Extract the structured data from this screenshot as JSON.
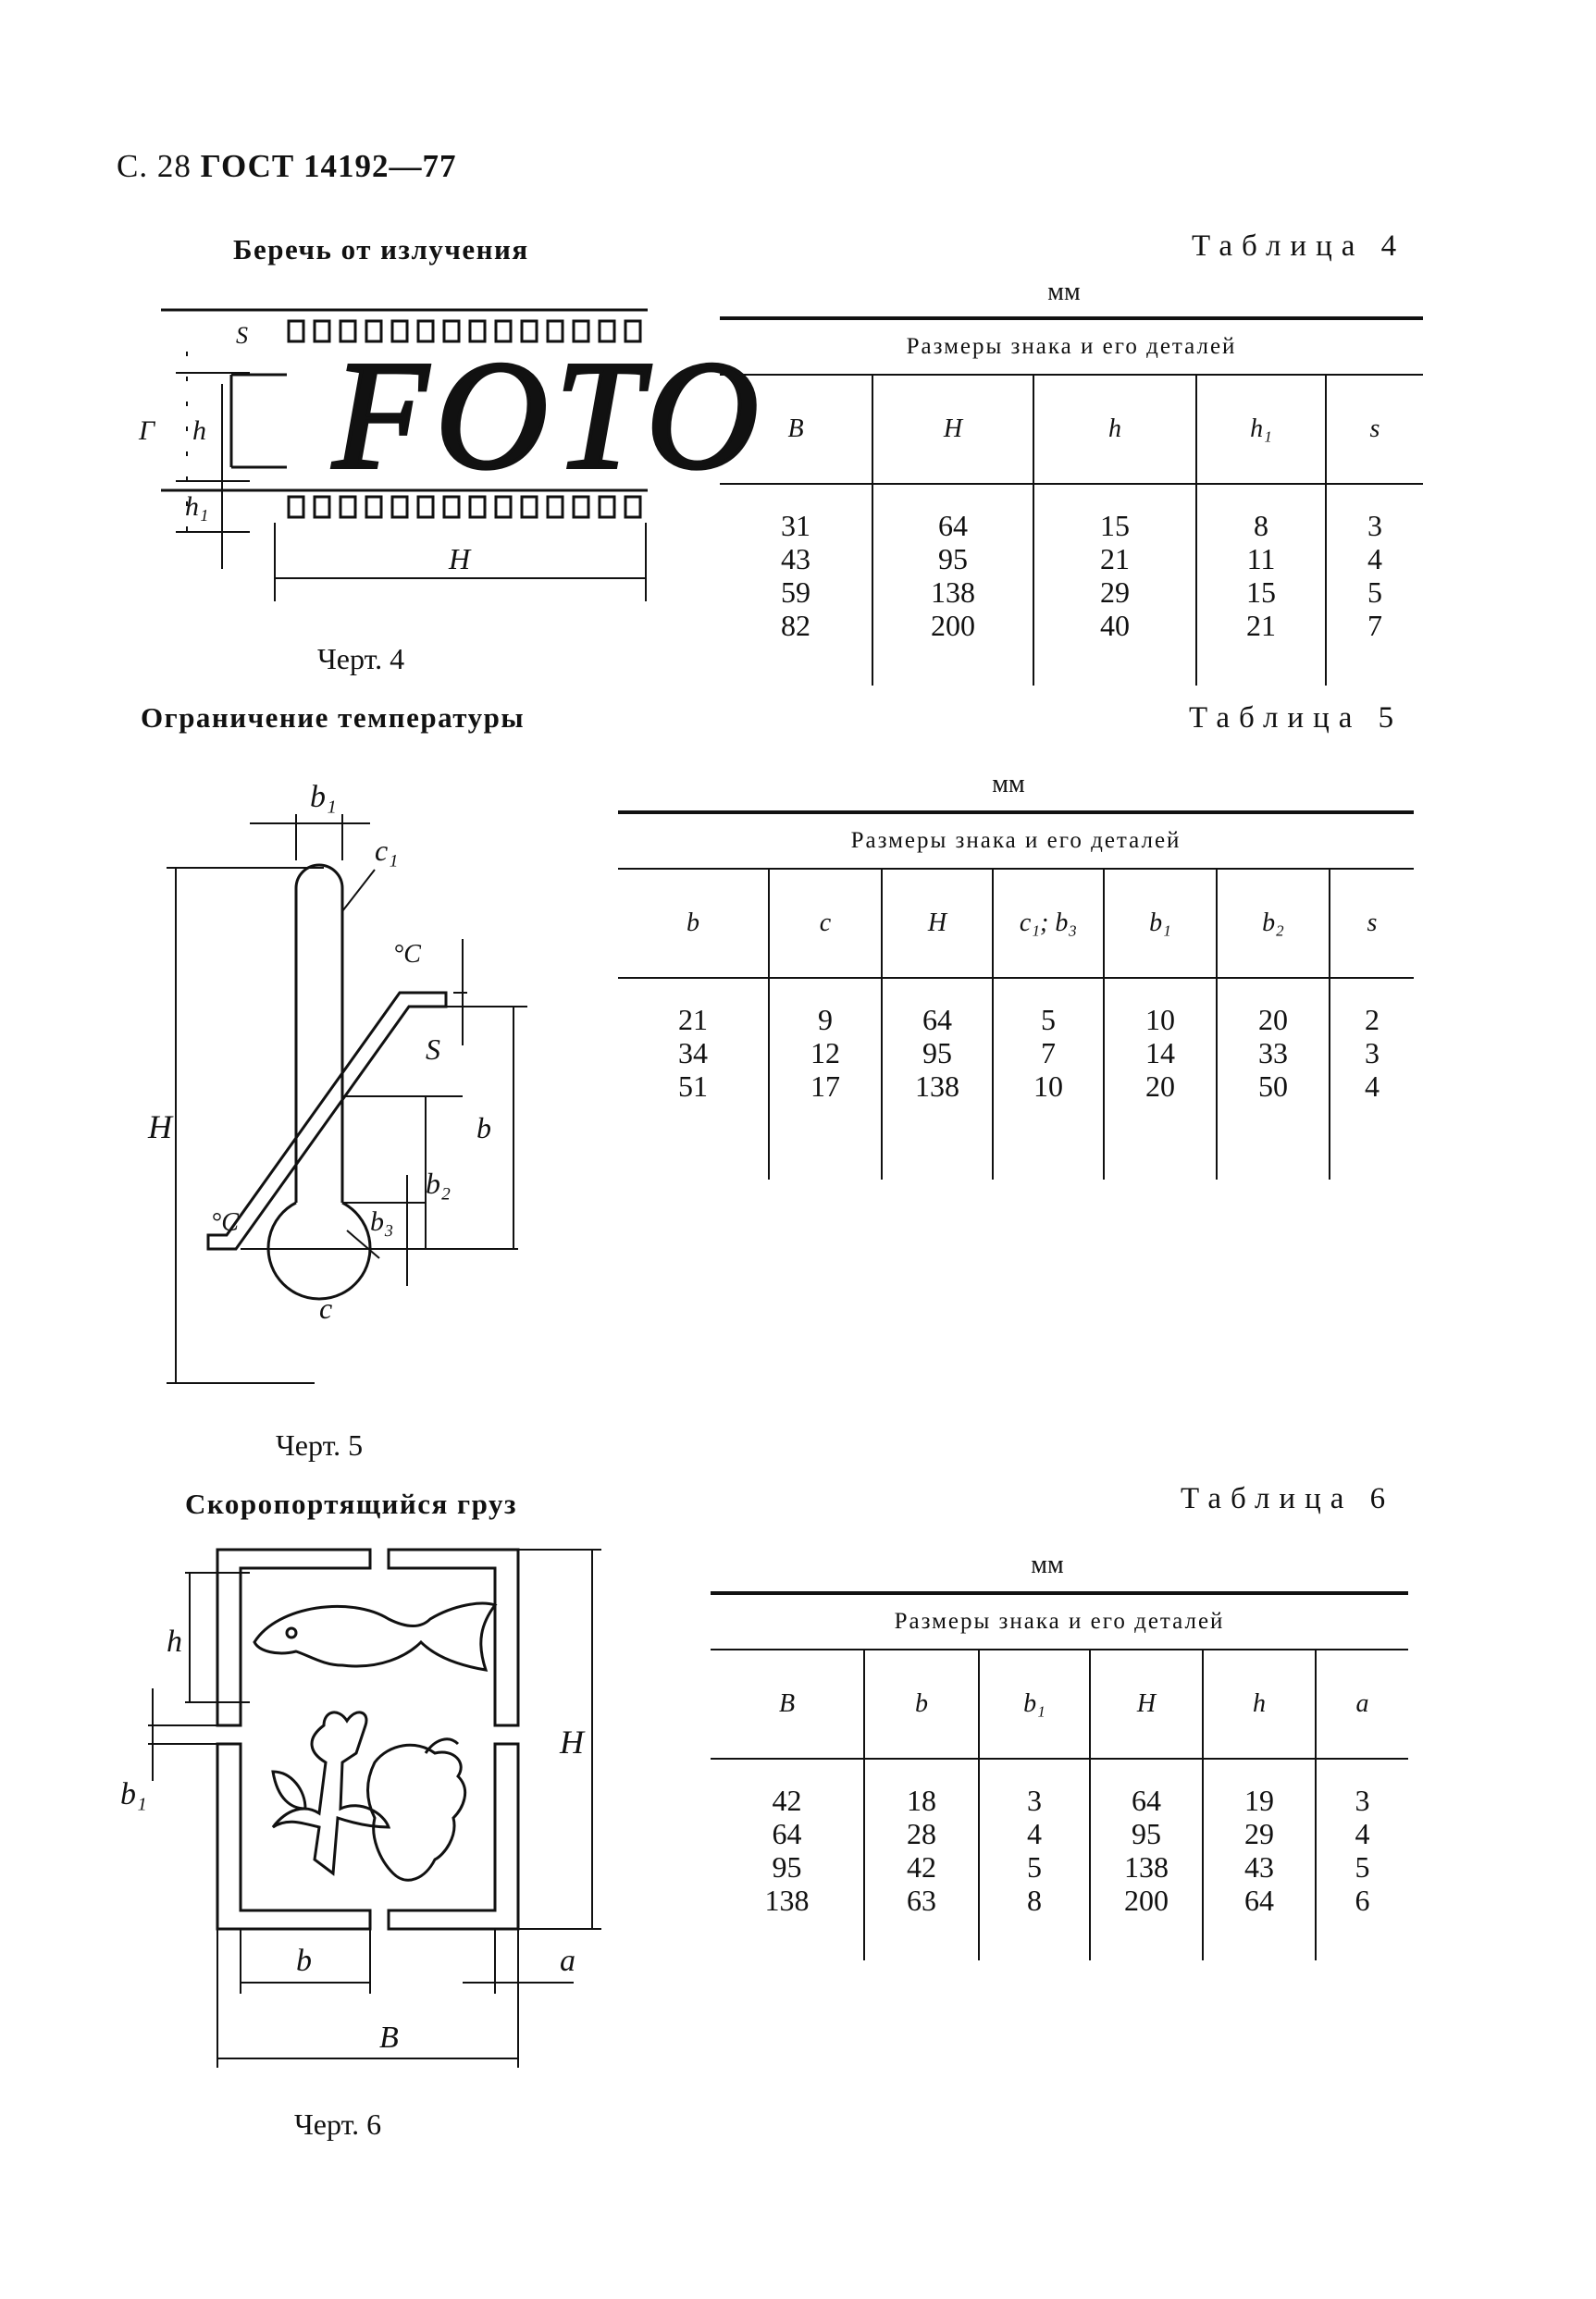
{
  "header": {
    "page": "С. 28",
    "standard": "ГОСТ 14192—77"
  },
  "sections": [
    {
      "title": "Беречь от излучения",
      "table_label": "Таблица 4",
      "unit": "мм",
      "group_header": "Размеры знака и его деталей",
      "columns": [
        "B",
        "H",
        "h",
        "h₁",
        "s"
      ],
      "rows": [
        [
          "31",
          "64",
          "15",
          "8",
          "3"
        ],
        [
          "43",
          "95",
          "21",
          "11",
          "4"
        ],
        [
          "59",
          "138",
          "29",
          "15",
          "5"
        ],
        [
          "82",
          "200",
          "40",
          "21",
          "7"
        ]
      ],
      "figure_caption": "Черт. 4",
      "figure_text": "FOTO",
      "figure_labels": {
        "s": "S",
        "h": "h",
        "h1": "h₁",
        "H": "H",
        "left": "Г"
      }
    },
    {
      "title": "Ограничение температуры",
      "table_label": "Таблица 5",
      "unit": "мм",
      "group_header": "Размеры знака и его деталей",
      "columns": [
        "b",
        "c",
        "H",
        "c₁; b₃",
        "b₁",
        "b₂",
        "s"
      ],
      "rows": [
        [
          "21",
          "9",
          "64",
          "5",
          "10",
          "20",
          "2"
        ],
        [
          "34",
          "12",
          "95",
          "7",
          "14",
          "33",
          "3"
        ],
        [
          "51",
          "17",
          "138",
          "10",
          "20",
          "50",
          "4"
        ]
      ],
      "figure_caption": "Черт. 5",
      "figure_labels": {
        "b1": "b₁",
        "c1": "c₁",
        "degC": "°C",
        "s": "S",
        "b": "b",
        "b2": "b₂",
        "b3": "b₃",
        "H": "H",
        "c": "c"
      }
    },
    {
      "title": "Скоропортящийся груз",
      "table_label": "Таблица 6",
      "unit": "мм",
      "group_header": "Размеры знака и его деталей",
      "columns": [
        "B",
        "b",
        "b₁",
        "H",
        "h",
        "a"
      ],
      "rows": [
        [
          "42",
          "18",
          "3",
          "64",
          "19",
          "3"
        ],
        [
          "64",
          "28",
          "4",
          "95",
          "29",
          "4"
        ],
        [
          "95",
          "42",
          "5",
          "138",
          "43",
          "5"
        ],
        [
          "138",
          "63",
          "8",
          "200",
          "64",
          "6"
        ]
      ],
      "figure_caption": "Черт. 6",
      "figure_labels": {
        "h": "h",
        "b1": "b₁",
        "H": "H",
        "b": "b",
        "a": "a",
        "B": "B"
      }
    }
  ]
}
